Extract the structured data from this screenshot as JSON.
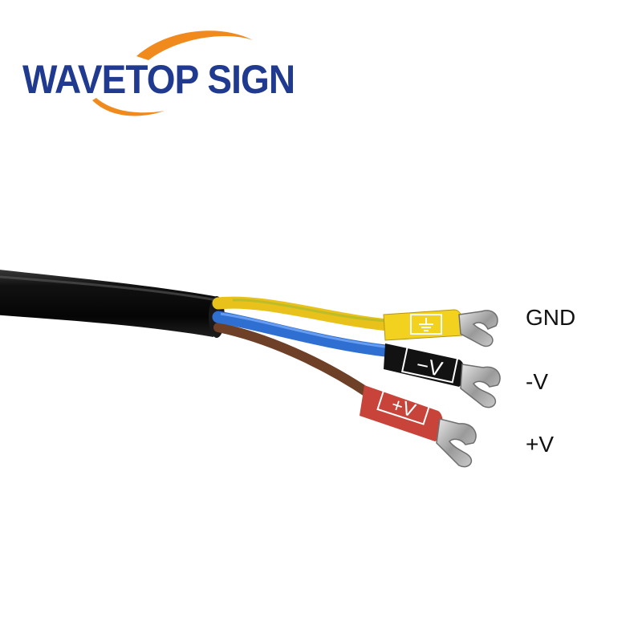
{
  "brand": {
    "name": "WAVETOP SIGN",
    "text_color": "#1f3a8f",
    "arc_color": "#f08a1c"
  },
  "cable": {
    "jacket_color": "#0d0d0d",
    "wires": [
      {
        "label": "GND",
        "insulation_color": "#e8c21a",
        "terminal_color": "#f2d21e",
        "sleeve_mark": "⏚"
      },
      {
        "label": "-V",
        "insulation_color": "#2f6fd1",
        "terminal_color": "#121212",
        "sleeve_mark": "-V"
      },
      {
        "label": "+V",
        "insulation_color": "#7a4a2e",
        "terminal_color": "#c8443a",
        "sleeve_mark": "+V"
      }
    ]
  }
}
